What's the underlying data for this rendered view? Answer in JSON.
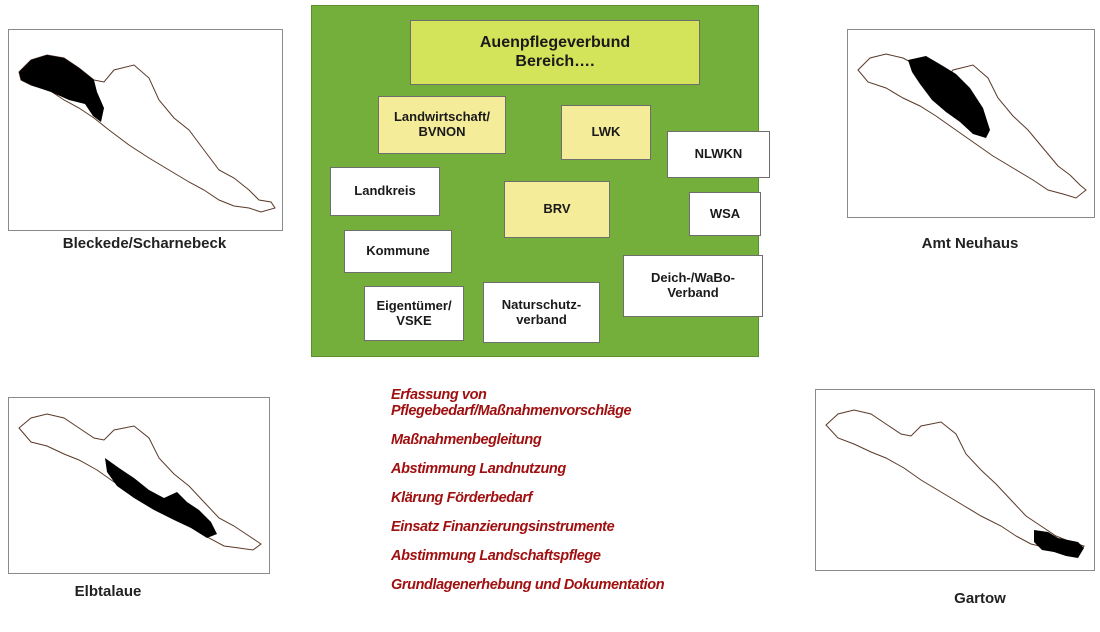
{
  "center": {
    "title": "Auenpflegeverbund\nBereich….",
    "boxes": {
      "landwirtschaft": "Landwirtschaft/\nBVNON",
      "lwk": "LWK",
      "nlwkn": "NLWKN",
      "landkreis": "Landkreis",
      "brv": "BRV",
      "wsa": "WSA",
      "kommune": "Kommune",
      "deich": "Deich-/WaBo-\nVerband",
      "eigentuemer": "Eigentümer/\nVSKE",
      "naturschutz": "Naturschutz-\nverband"
    }
  },
  "maps": {
    "bleckede": "Bleckede/Scharnebeck",
    "neuhaus": "Amt Neuhaus",
    "elbtalaue": "Elbtalaue",
    "gartow": "Gartow"
  },
  "tasks": [
    "Erfassung von\nPflegebedarf/Maßnahmenvorschläge",
    "Maßnahmenbegleitung",
    "Abstimmung Landnutzung",
    "Klärung Förderbedarf",
    "Einsatz Finanzierungsinstrumente",
    "Abstimmung Landschaftspflege",
    "Grundlagenerhebung und Dokumentation"
  ],
  "colors": {
    "panel": "#74ae3b",
    "lime_box": "#d3e35a",
    "yellow_box": "#f5ec9a",
    "task_text": "#a01010"
  }
}
